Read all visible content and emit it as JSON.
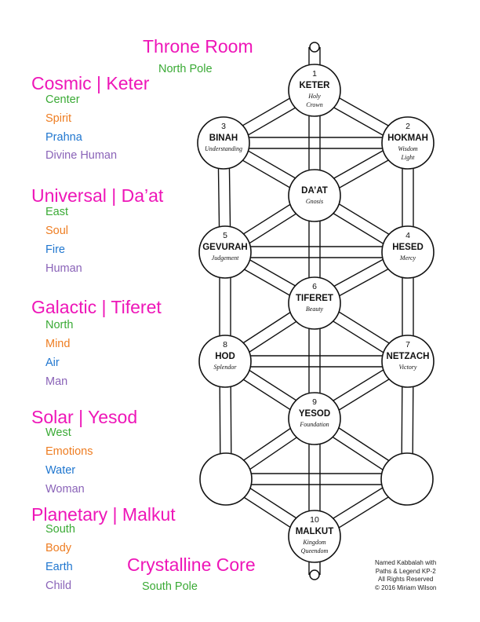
{
  "colors": {
    "heading": "#ee16b8",
    "green": "#3aaa35",
    "orange": "#ee7d22",
    "blue": "#1f76cf",
    "purple": "#8a63b8"
  },
  "throne": {
    "title": "Throne Room",
    "subtitle": "North Pole"
  },
  "core": {
    "title": "Crystalline Core",
    "subtitle": "South Pole"
  },
  "legend": [
    {
      "title": "Cosmic | Keter",
      "items": [
        "Center",
        "Spirit",
        "Prahna",
        "Divine Human"
      ]
    },
    {
      "title": "Universal | Da’at",
      "items": [
        "East",
        "Soul",
        "Fire",
        "Human"
      ]
    },
    {
      "title": "Galactic | Tiferet",
      "items": [
        "North",
        "Mind",
        "Air",
        "Man"
      ]
    },
    {
      "title": "Solar | Yesod",
      "items": [
        "West",
        "Emotions",
        "Water",
        "Woman"
      ]
    },
    {
      "title": "Planetary | Malkut",
      "items": [
        "South",
        "Body",
        "Earth",
        "Child"
      ]
    }
  ],
  "sephirot": {
    "keter": {
      "number": "1",
      "name": "KETER",
      "desc": [
        "Holy",
        "Crown"
      ]
    },
    "hokmah": {
      "number": "2",
      "name": "HOKMAH",
      "desc": [
        "Wisdom",
        "Light"
      ]
    },
    "binah": {
      "number": "3",
      "name": "BINAH",
      "desc": [
        "Understanding"
      ]
    },
    "daat": {
      "number": "",
      "name": "DA’AT",
      "desc": [
        "Gnosis"
      ]
    },
    "hesed": {
      "number": "4",
      "name": "HESED",
      "desc": [
        "Mercy"
      ]
    },
    "gevurah": {
      "number": "5",
      "name": "GEVURAH",
      "desc": [
        "Judgement"
      ]
    },
    "tiferet": {
      "number": "6",
      "name": "TIFERET",
      "desc": [
        "Beauty"
      ]
    },
    "netzach": {
      "number": "7",
      "name": "NETZACH",
      "desc": [
        "Victory"
      ]
    },
    "hod": {
      "number": "8",
      "name": "HOD",
      "desc": [
        "Splendor"
      ]
    },
    "yesod": {
      "number": "9",
      "name": "YESOD",
      "desc": [
        "Foundation"
      ]
    },
    "left_unnamed": {
      "number": "",
      "name": "",
      "desc": []
    },
    "right_unnamed": {
      "number": "",
      "name": "",
      "desc": []
    },
    "malkut": {
      "number": "10",
      "name": "MALKUT",
      "desc": [
        "Kingdom",
        "Queendom"
      ]
    }
  },
  "paths": [
    [
      "keter",
      "hokmah"
    ],
    [
      "keter",
      "binah"
    ],
    [
      "keter",
      "daat"
    ],
    [
      "hokmah",
      "binah"
    ],
    [
      "hokmah",
      "daat"
    ],
    [
      "binah",
      "daat"
    ],
    [
      "hokmah",
      "hesed"
    ],
    [
      "binah",
      "gevurah"
    ],
    [
      "daat",
      "hesed"
    ],
    [
      "daat",
      "gevurah"
    ],
    [
      "daat",
      "tiferet"
    ],
    [
      "hesed",
      "gevurah"
    ],
    [
      "hesed",
      "tiferet"
    ],
    [
      "gevurah",
      "tiferet"
    ],
    [
      "hesed",
      "netzach"
    ],
    [
      "gevurah",
      "hod"
    ],
    [
      "tiferet",
      "netzach"
    ],
    [
      "tiferet",
      "hod"
    ],
    [
      "tiferet",
      "yesod"
    ],
    [
      "netzach",
      "hod"
    ],
    [
      "netzach",
      "yesod"
    ],
    [
      "hod",
      "yesod"
    ],
    [
      "netzach",
      "right_unnamed"
    ],
    [
      "hod",
      "left_unnamed"
    ],
    [
      "yesod",
      "right_unnamed"
    ],
    [
      "yesod",
      "left_unnamed"
    ],
    [
      "yesod",
      "malkut"
    ],
    [
      "left_unnamed",
      "right_unnamed"
    ],
    [
      "left_unnamed",
      "malkut"
    ],
    [
      "right_unnamed",
      "malkut"
    ]
  ],
  "copyright": [
    "Named Kabbalah with",
    "Paths & Legend KP-2",
    "All Rights Reserved",
    "© 2016 Miriam Wilson"
  ]
}
